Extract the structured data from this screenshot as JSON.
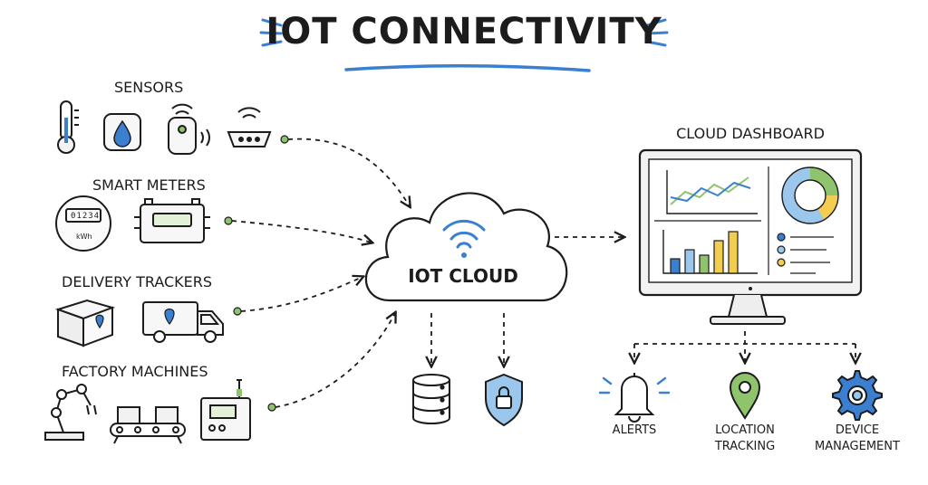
{
  "title": "IOT CONNECTIVITY",
  "device_groups": {
    "sensors": "SENSORS",
    "smart_meters": "SMART METERS",
    "delivery_trackers": "DELIVERY TRACKERS",
    "factory_machines": "FACTORY MACHINES"
  },
  "meter_reading": "01234",
  "meter_unit": "kWh",
  "cloud_label": "IOT CLOUD",
  "dashboard_label": "CLOUD DASHBOARD",
  "outputs": {
    "alerts": "ALERTS",
    "location_line1": "LOCATION",
    "location_line2": "TRACKING",
    "device_line1": "DEVICE",
    "device_line2": "MANAGEMENT"
  },
  "icons": [
    "thermometer-icon",
    "water-drop-icon",
    "wifi-sensor-icon",
    "router-icon",
    "meter-icon",
    "gas-meter-icon",
    "package-icon",
    "truck-icon",
    "robot-arm-icon",
    "conveyor-icon",
    "controller-icon",
    "wifi-icon",
    "database-icon",
    "shield-lock-icon",
    "bell-icon",
    "location-pin-icon",
    "gear-icon",
    "monitor-icon"
  ],
  "colors": {
    "ink": "#1c1c1c",
    "accent_blue": "#3a7fd0",
    "light_blue": "#9cc7ec",
    "green": "#8fc46d",
    "yellow": "#f2cd4f"
  }
}
